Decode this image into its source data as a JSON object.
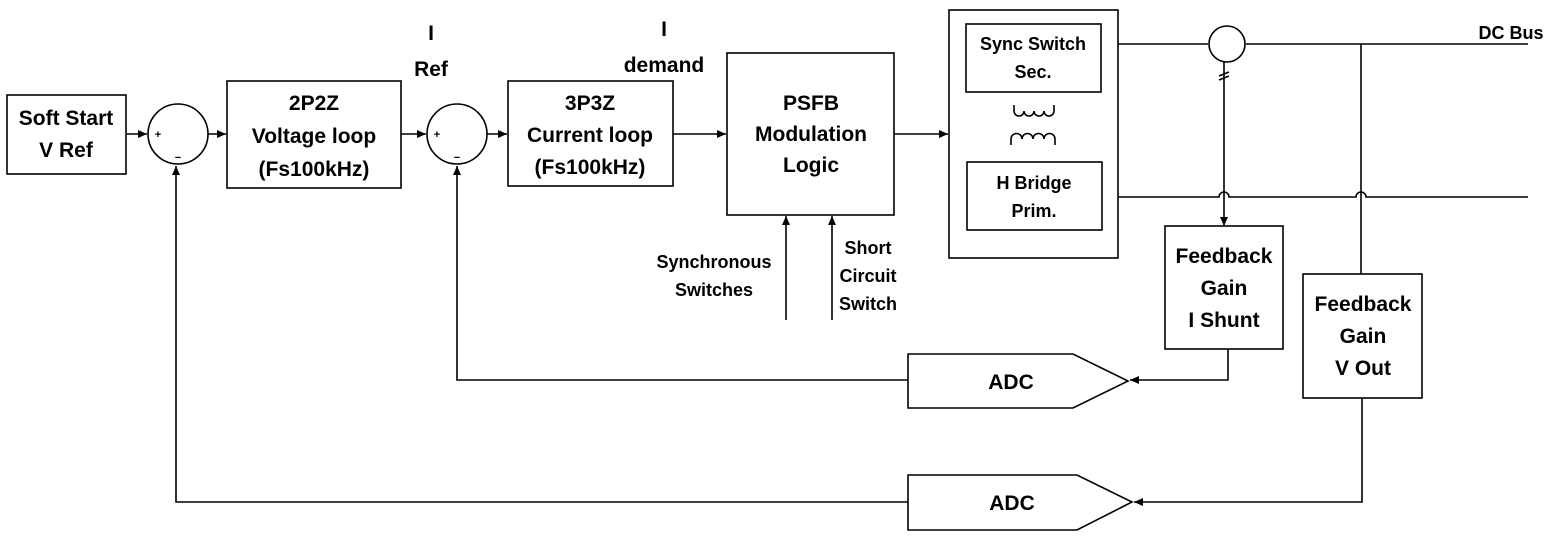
{
  "blocks": {
    "soft_start": [
      "Soft Start",
      "V Ref"
    ],
    "voltage_loop": [
      "2P2Z",
      "Voltage loop",
      "(Fs100kHz)"
    ],
    "current_loop": [
      "3P3Z",
      "Current loop",
      "(Fs100kHz)"
    ],
    "psfb": [
      "PSFB",
      "Modulation",
      "Logic"
    ],
    "sync_switch": [
      "Sync Switch",
      "Sec."
    ],
    "h_bridge": [
      "H Bridge",
      "Prim."
    ],
    "fb_i_shunt": [
      "Feedback",
      "Gain",
      "I Shunt"
    ],
    "fb_v_out": [
      "Feedback",
      "Gain",
      "V Out"
    ],
    "adc_current": "ADC",
    "adc_voltage": "ADC"
  },
  "labels": {
    "i_ref": [
      "I",
      "Ref"
    ],
    "i_demand": [
      "I",
      "demand"
    ],
    "synchronous_switches": [
      "Synchronous",
      "Switches"
    ],
    "short_circuit_switch": [
      "Short",
      "Circuit",
      "Switch"
    ],
    "dc_bus": "DC Bus"
  },
  "summing_junctions": [
    {
      "plus": "+",
      "minus": "−"
    },
    {
      "plus": "+",
      "minus": "−"
    }
  ]
}
